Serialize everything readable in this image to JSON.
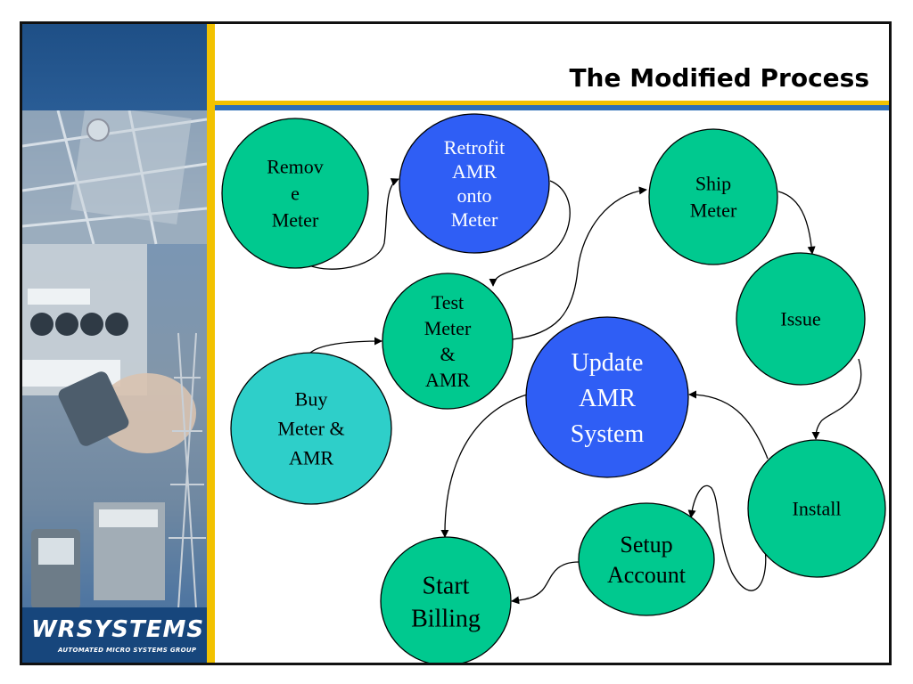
{
  "slide": {
    "title": "The Modified Process"
  },
  "logo": {
    "name": "WRSYSTEMS",
    "tagline": "AUTOMATED MICRO SYSTEMS GROUP"
  },
  "colors": {
    "green": "#00c98f",
    "blue": "#2f5ef5",
    "teal": "#2ecfc9",
    "accent_yellow": "#f2c200",
    "accent_blue": "#2e6fb7"
  },
  "nodes": [
    {
      "id": "remove-meter",
      "lines": [
        "Remov",
        "e",
        "Meter"
      ],
      "color": "green"
    },
    {
      "id": "retrofit",
      "lines": [
        "Retrofit",
        "AMR",
        "onto",
        "Meter"
      ],
      "color": "blue"
    },
    {
      "id": "ship-meter",
      "lines": [
        "Ship",
        "Meter"
      ],
      "color": "green"
    },
    {
      "id": "test-meter",
      "lines": [
        "Test",
        "Meter",
        "&",
        "AMR"
      ],
      "color": "green"
    },
    {
      "id": "issue",
      "lines": [
        "Issue"
      ],
      "color": "green"
    },
    {
      "id": "update-amr",
      "lines": [
        "Update",
        "AMR",
        "System"
      ],
      "color": "blue"
    },
    {
      "id": "buy-meter",
      "lines": [
        "Buy",
        "Meter &",
        "AMR"
      ],
      "color": "teal"
    },
    {
      "id": "install",
      "lines": [
        "Install"
      ],
      "color": "green"
    },
    {
      "id": "setup-account",
      "lines": [
        "Setup",
        "Account"
      ],
      "color": "green"
    },
    {
      "id": "start-billing",
      "lines": [
        "Start",
        "Billing"
      ],
      "color": "green"
    }
  ],
  "edges": [
    {
      "from": "remove-meter",
      "to": "retrofit"
    },
    {
      "from": "retrofit",
      "to": "test-meter"
    },
    {
      "from": "test-meter",
      "to": "ship-meter"
    },
    {
      "from": "buy-meter",
      "to": "test-meter"
    },
    {
      "from": "ship-meter",
      "to": "issue"
    },
    {
      "from": "issue",
      "to": "install"
    },
    {
      "from": "install",
      "to": "update-amr"
    },
    {
      "from": "install",
      "to": "setup-account"
    },
    {
      "from": "setup-account",
      "to": "start-billing"
    },
    {
      "from": "update-amr",
      "to": "start-billing"
    }
  ]
}
